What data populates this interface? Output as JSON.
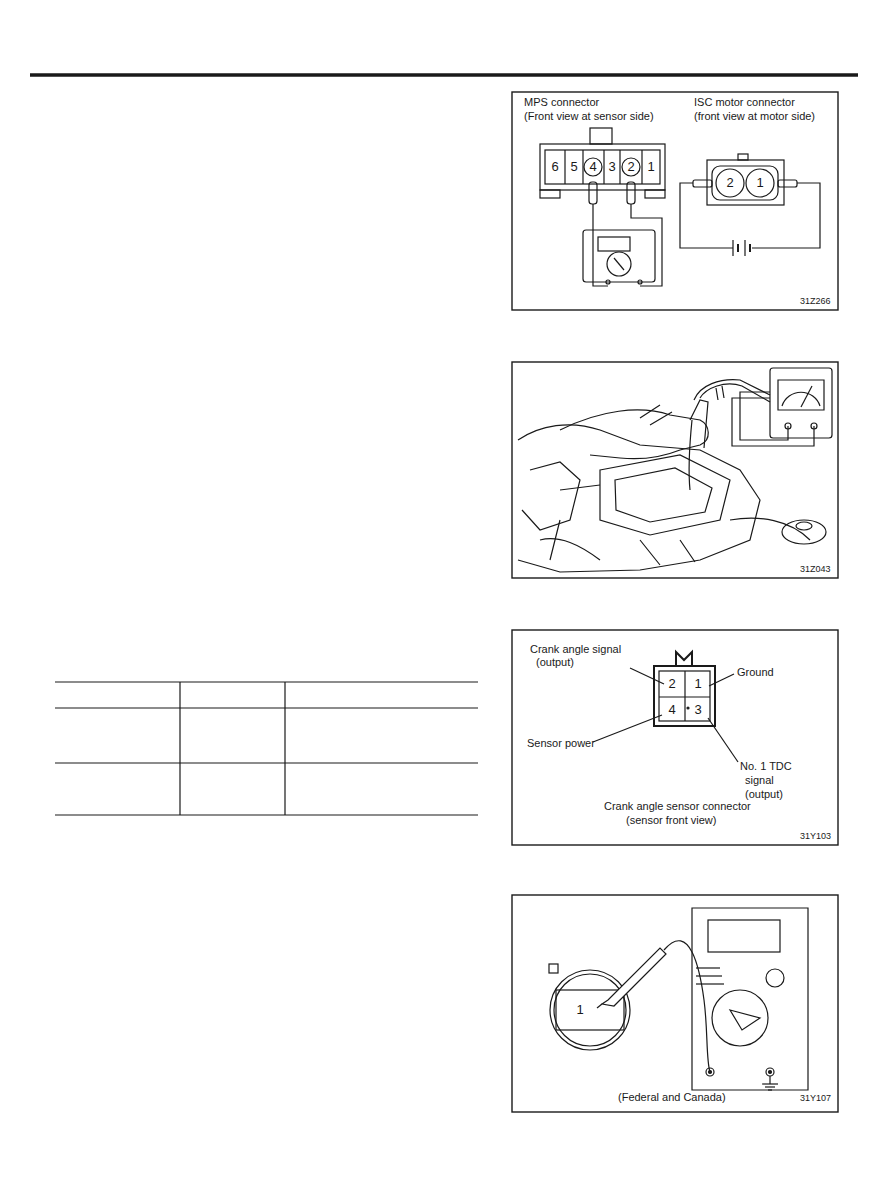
{
  "diagram": {
    "labels": [
      "MPS connector",
      "(Front view at sensor side)",
      "ISC motor connector",
      "(front view at motor side)",
      "6",
      "5",
      "4",
      "3",
      "2",
      "1",
      "2",
      "1",
      "31Z266",
      "31Z043",
      "Crank angle signal",
      "(output)",
      "Ground",
      "2",
      "1",
      "4",
      "3",
      "Sensor power",
      "No. 1 TDC",
      "signal",
      "(output)",
      "Crank angle sensor connector",
      "(sensor front view)",
      "31Y103",
      "1",
      "(Federal and Canada)",
      "31Y107"
    ]
  }
}
